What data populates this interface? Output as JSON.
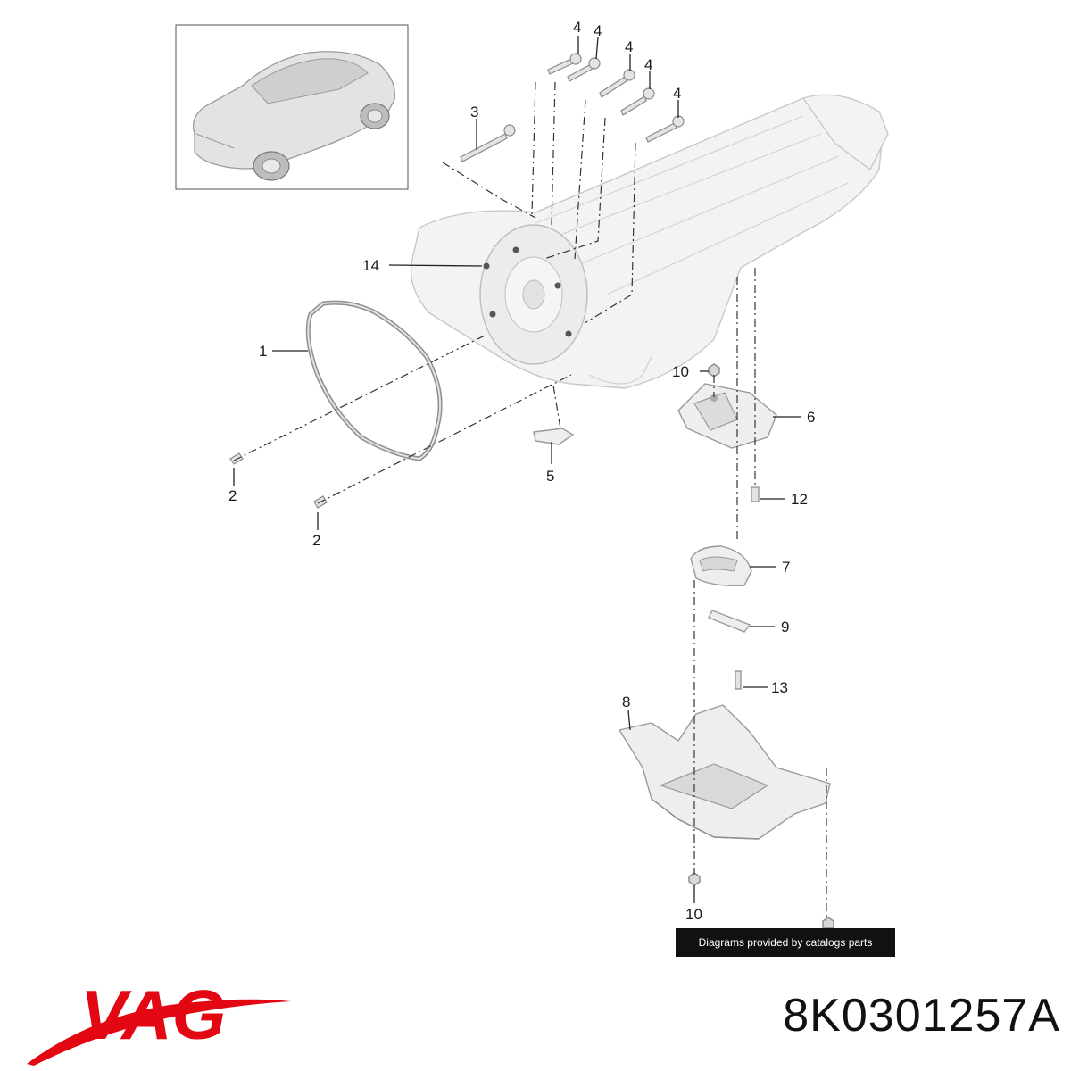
{
  "diagram": {
    "callouts": {
      "c1": "1",
      "c2a": "2",
      "c2b": "2",
      "c3": "3",
      "c4a": "4",
      "c4b": "4",
      "c4c": "4",
      "c4d": "4",
      "c4e": "4",
      "c5": "5",
      "c6": "6",
      "c7": "7",
      "c8": "8",
      "c9": "9",
      "c10a": "10",
      "c10b": "10",
      "c12": "12",
      "c13": "13",
      "c14": "14"
    }
  },
  "credit": {
    "text": "Diagrams provided by catalogs parts"
  },
  "brand": {
    "logo_text": "VAG",
    "logo_color": "#e30613"
  },
  "part_number": "8K0301257A"
}
